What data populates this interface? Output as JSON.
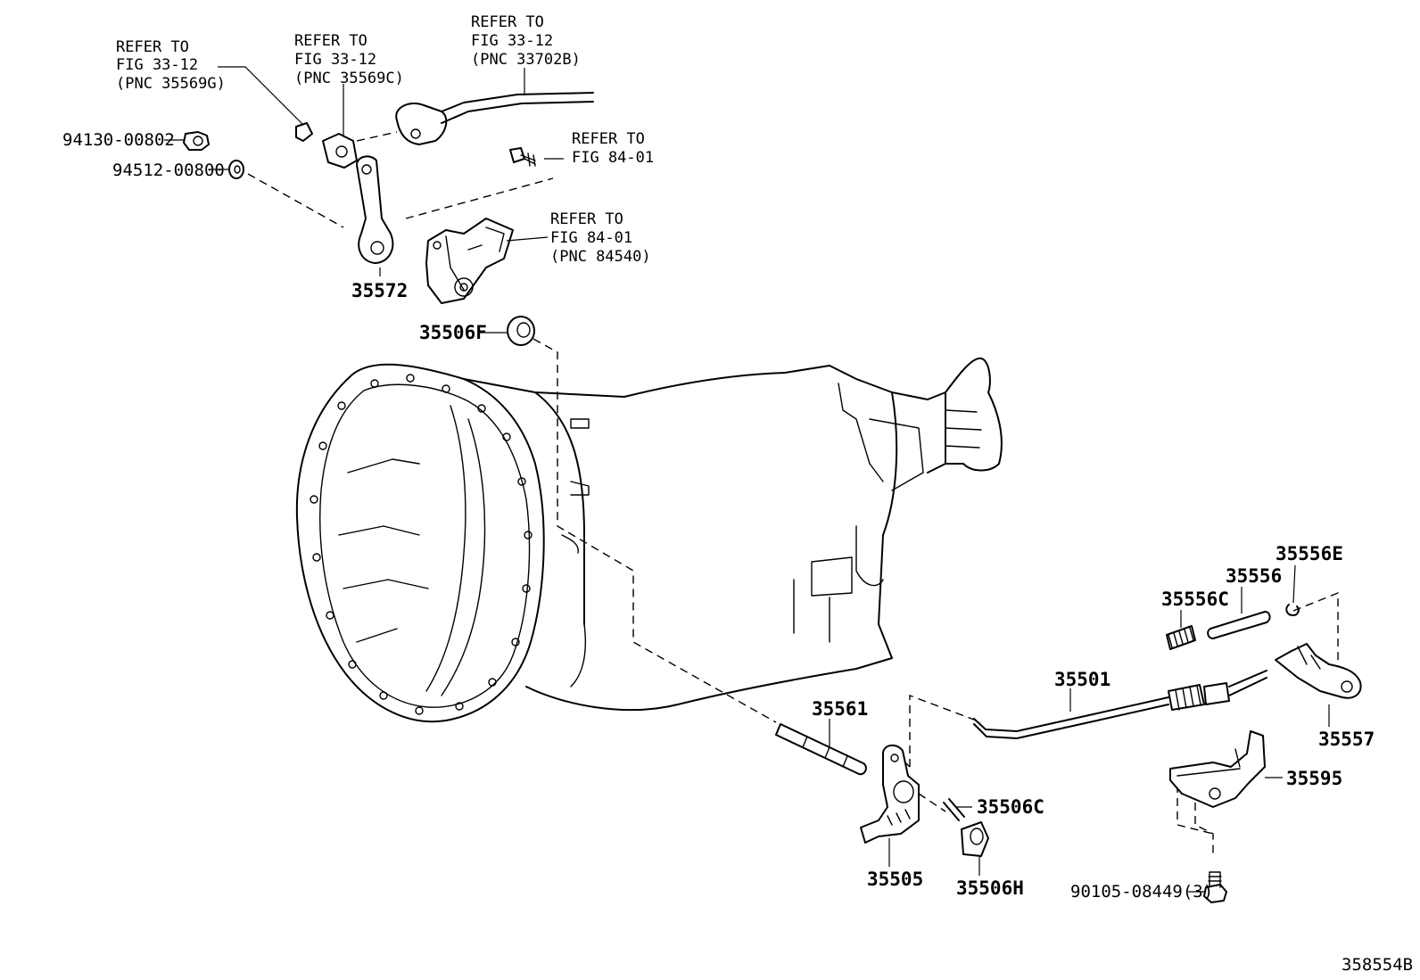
{
  "labels": {
    "ref_a": [
      "REFER TO",
      "FIG 33-12",
      "(PNC 35569G)"
    ],
    "ref_b": [
      "REFER TO",
      "FIG 33-12",
      "(PNC 35569C)"
    ],
    "ref_c": [
      "REFER TO",
      "FIG 33-12",
      "(PNC 33702B)"
    ],
    "ref_d": [
      "REFER TO",
      "FIG 84-01"
    ],
    "ref_e": [
      "REFER TO",
      "FIG 84-01",
      "(PNC 84540)"
    ],
    "p_9413000802": "94130-00802",
    "p_9451200800": "94512-00800",
    "p_35572": "35572",
    "p_35506f": "35506F",
    "p_35556e": "35556E",
    "p_35556": "35556",
    "p_35556c": "35556C",
    "p_35501": "35501",
    "p_35557": "35557",
    "p_35561": "35561",
    "p_35595": "35595",
    "p_35506c": "35506C",
    "p_35505": "35505",
    "p_35506h": "35506H",
    "p_9010508449": "90105-08449(3)",
    "figure_code": "358554B"
  },
  "colors": {
    "ink": "#000000",
    "paper": "#ffffff"
  }
}
